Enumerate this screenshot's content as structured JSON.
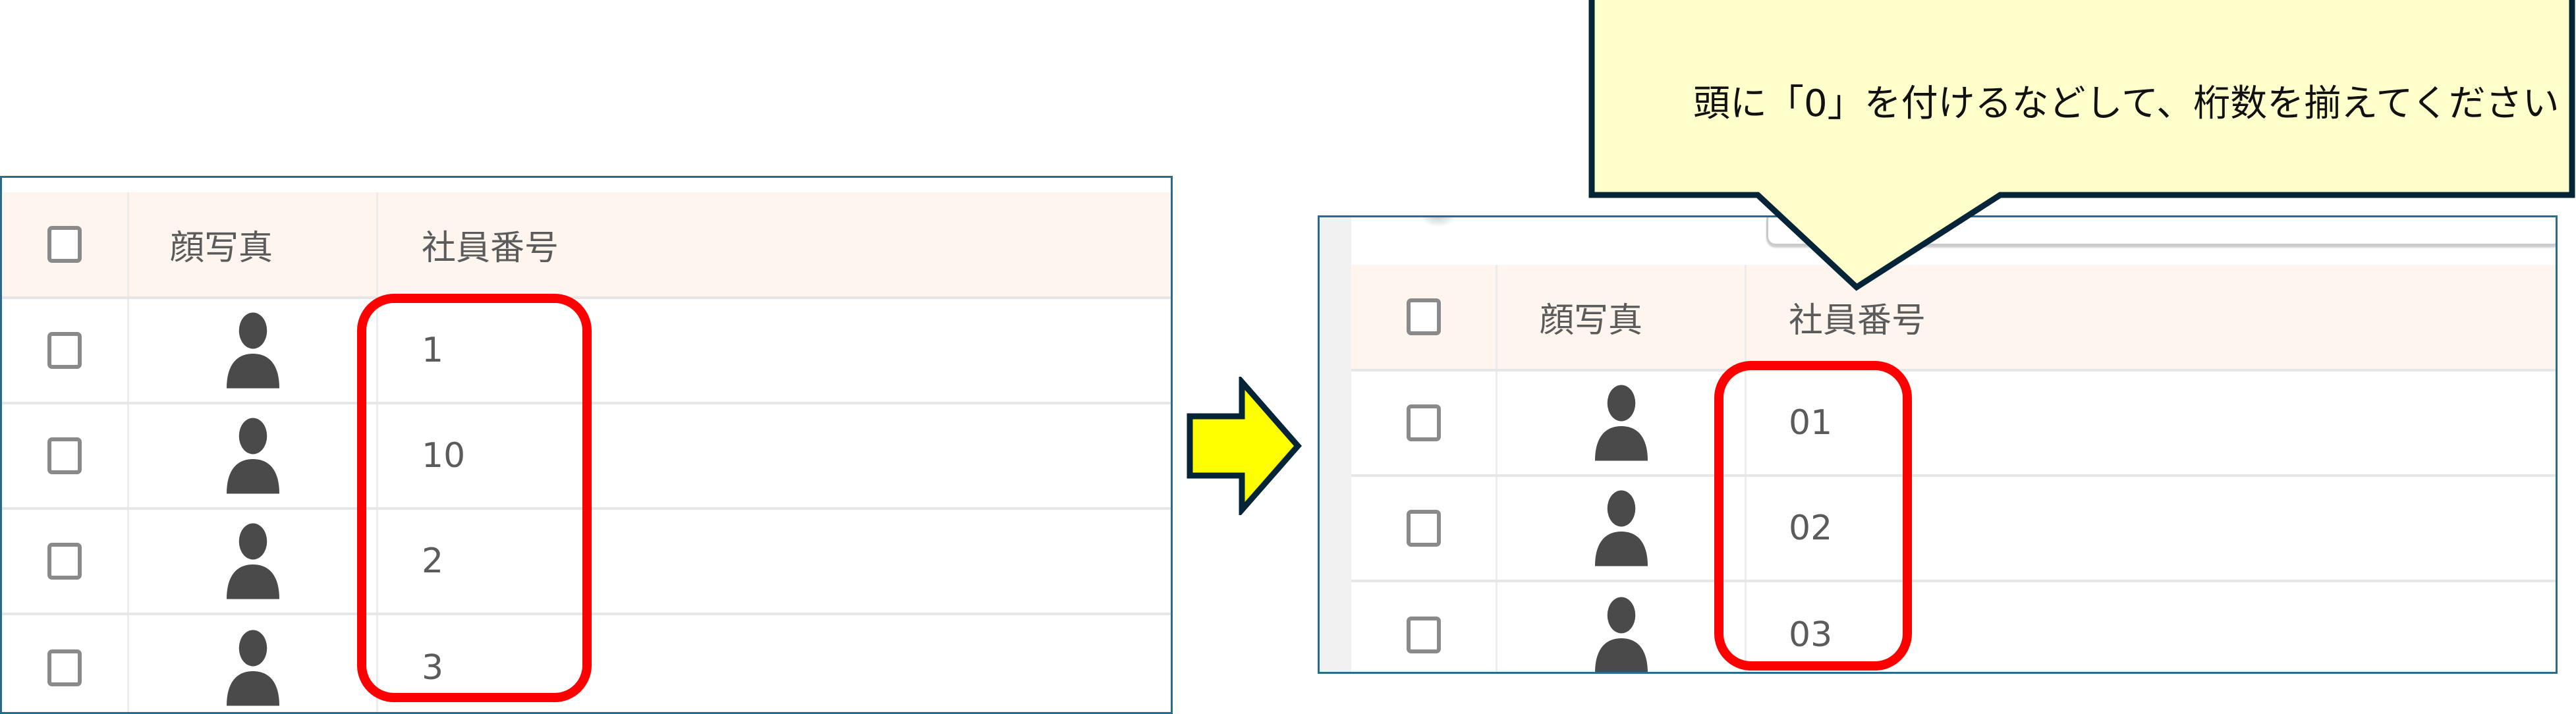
{
  "callout": {
    "text": "頭に「0」を付けるなどして、桁数を揃えてください",
    "fill": "#ffffcc",
    "border": "#062437"
  },
  "arrow": {
    "fill": "#ffff00",
    "border": "#062437",
    "direction": "right"
  },
  "highlight_color": "#ff0000",
  "before_table": {
    "headers": {
      "checkbox": "",
      "photo": "顔写真",
      "employee_id": "社員番号"
    },
    "rows": [
      {
        "photo_icon": "person-icon",
        "employee_id": "1"
      },
      {
        "photo_icon": "person-icon",
        "employee_id": "10"
      },
      {
        "photo_icon": "person-icon",
        "employee_id": "2"
      },
      {
        "photo_icon": "person-icon",
        "employee_id": "3"
      }
    ]
  },
  "after_table": {
    "headers": {
      "checkbox": "",
      "photo": "顔写真",
      "employee_id": "社員番号"
    },
    "rows": [
      {
        "photo_icon": "person-icon",
        "employee_id": "01"
      },
      {
        "photo_icon": "person-icon",
        "employee_id": "02"
      },
      {
        "photo_icon": "person-icon",
        "employee_id": "03"
      }
    ]
  }
}
